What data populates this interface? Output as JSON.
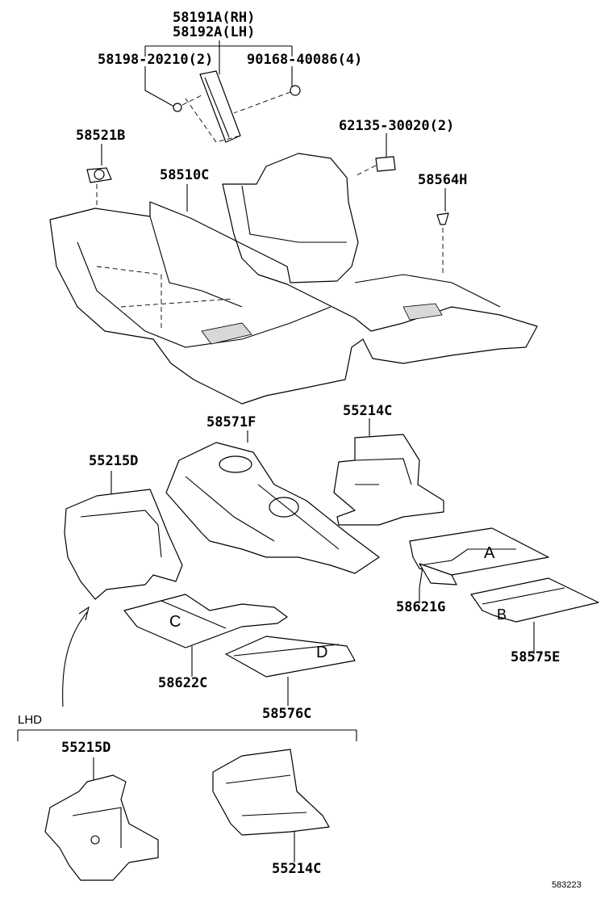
{
  "diagram": {
    "labels": {
      "rh": "58191A(RH)",
      "lh": "58192A(LH)",
      "bolt": "58198-20210(2)",
      "clip_a": "90168-40086(4)",
      "mount": "58521B",
      "clip_b": "62135-30020(2)",
      "carpet": "58510C",
      "clip_c": "58564H",
      "tunnel": "58571F",
      "pad_rear_rh": "55214C",
      "pad_front_lh": "55215D",
      "mat_a": "58621G",
      "mat_b": "58575E",
      "mat_c": "58622C",
      "mat_d": "58576C",
      "lhd_pad_front": "55215D",
      "lhd_pad_rear": "55214C"
    },
    "section_label": "LHD",
    "figure_code": "583223",
    "mat_letters": [
      "A",
      "B",
      "C",
      "D"
    ]
  }
}
